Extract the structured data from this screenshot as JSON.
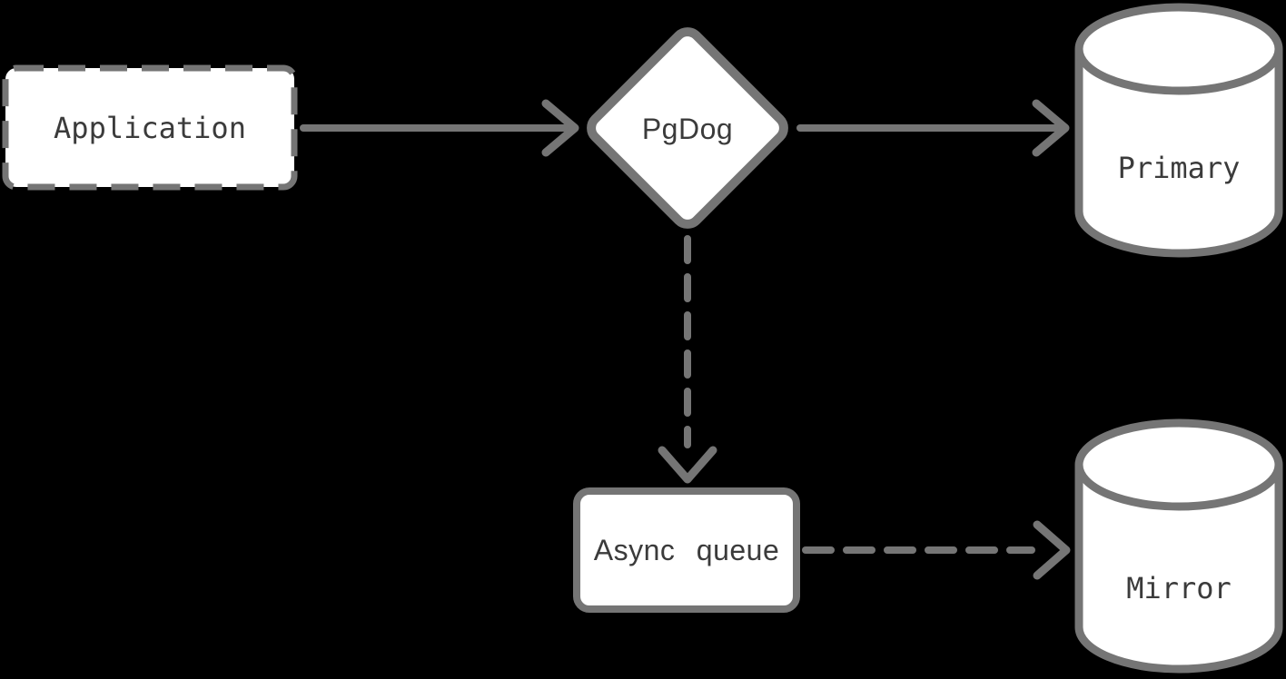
{
  "diagram": {
    "nodes": {
      "application": {
        "label": "Application",
        "shape": "dashed-rounded-rectangle"
      },
      "pgdog": {
        "label": "PgDog",
        "shape": "diamond"
      },
      "primary": {
        "label": "Primary",
        "shape": "database-cylinder"
      },
      "async_queue": {
        "label": "Async queue",
        "shape": "rounded-rectangle"
      },
      "mirror": {
        "label": "Mirror",
        "shape": "database-cylinder"
      }
    },
    "edges": [
      {
        "from": "Application",
        "to": "PgDog",
        "style": "solid-arrow"
      },
      {
        "from": "PgDog",
        "to": "Primary",
        "style": "solid-arrow"
      },
      {
        "from": "PgDog",
        "to": "Async queue",
        "style": "dashed-arrow"
      },
      {
        "from": "Async queue",
        "to": "Mirror",
        "style": "dashed-arrow"
      }
    ],
    "colors": {
      "background": "#000000",
      "node_fill": "#ffffff",
      "stroke": "#757575",
      "label_text": "#3b3b3b"
    }
  }
}
